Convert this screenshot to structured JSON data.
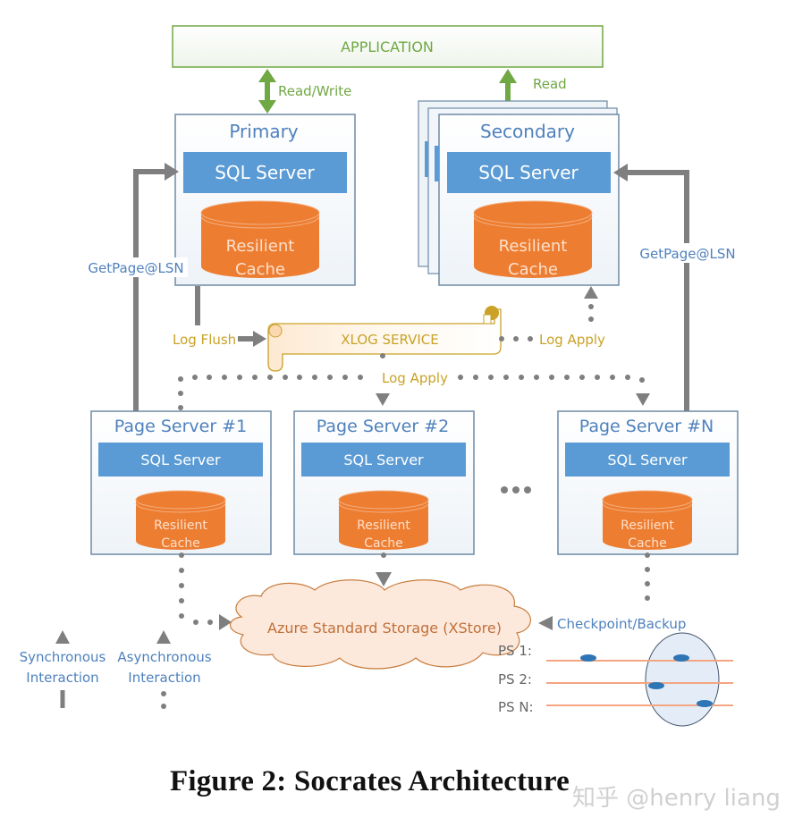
{
  "application": {
    "label": "APPLICATION"
  },
  "arrows": {
    "read_write": "Read/Write",
    "read": "Read",
    "getpage_left": "GetPage@LSN",
    "getpage_right": "GetPage@LSN",
    "log_flush": "Log Flush",
    "log_apply_right": "Log Apply",
    "log_apply_bottom": "Log Apply",
    "checkpoint": "Checkpoint/Backup"
  },
  "primary": {
    "title": "Primary",
    "engine": "SQL Server",
    "cache_line1": "Resilient",
    "cache_line2": "Cache"
  },
  "secondary": {
    "title": "Secondary",
    "engine": "SQL Server",
    "cache_line1": "Resilient",
    "cache_line2": "Cache"
  },
  "xlog": {
    "label": "XLOG SERVICE"
  },
  "page_servers": [
    {
      "title": "Page Server #1",
      "engine": "SQL Server",
      "cache_line1": "Resilient",
      "cache_line2": "Cache"
    },
    {
      "title": "Page Server #2",
      "engine": "SQL Server",
      "cache_line1": "Resilient",
      "cache_line2": "Cache"
    },
    {
      "title": "Page Server #N",
      "engine": "SQL Server",
      "cache_line1": "Resilient",
      "cache_line2": "Cache"
    }
  ],
  "ellipsis": "•••",
  "storage": {
    "label": "Azure Standard Storage (XStore)"
  },
  "timeline": {
    "rows": [
      "PS 1:",
      "PS 2:",
      "PS N:"
    ]
  },
  "legend": {
    "sync_line1": "Synchronous",
    "sync_line2": "Interaction",
    "async_line1": "Asynchronous",
    "async_line2": "Interaction"
  },
  "caption": "Figure 2: Socrates Architecture",
  "watermark": "知乎 @henry liang",
  "colors": {
    "green": "#70a844",
    "blue_box": "#5b9bd5",
    "blue_text": "#4f81bd",
    "orange": "#ed7d31",
    "gold": "#c9a227",
    "gray": "#7f7f7f",
    "border": "#6f8aa6"
  }
}
